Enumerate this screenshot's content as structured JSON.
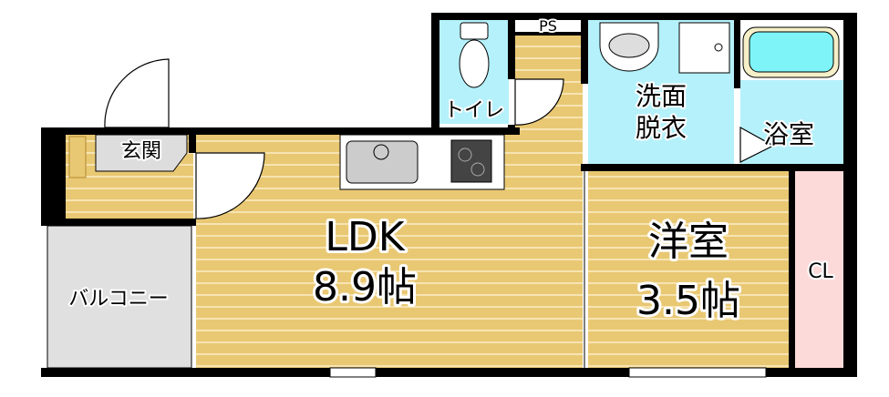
{
  "rooms": {
    "ldk": {
      "name": "LDK",
      "size": "8.9帖"
    },
    "western_room": {
      "name": "洋室",
      "size": "3.5帖"
    },
    "entrance": {
      "name": "玄関"
    },
    "toilet": {
      "name": "トイレ"
    },
    "pipe_space": {
      "name": "PS"
    },
    "washroom": {
      "line1": "洗面",
      "line2": "脱衣"
    },
    "bathroom": {
      "name": "浴室"
    },
    "closet": {
      "name": "CL"
    },
    "balcony": {
      "name": "バルコニー"
    }
  },
  "colors": {
    "wood": "#E9C873",
    "wet_area": "#B5F1FB",
    "closet": "#FDDADA",
    "balcony": "#E0E0E0",
    "wall": "#000000"
  }
}
